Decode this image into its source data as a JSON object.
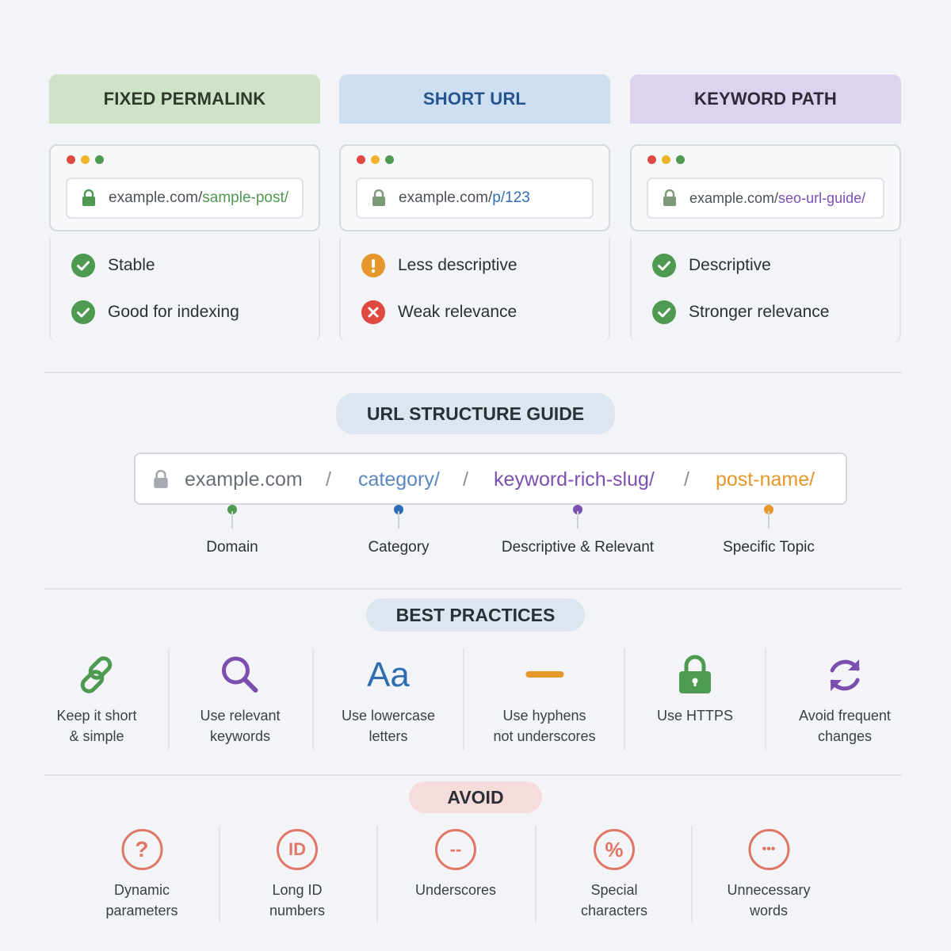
{
  "cards": [
    {
      "title": "FIXED PERMALINK",
      "url_domain": "example.com/",
      "url_path": "sample-post/",
      "properties": [
        {
          "icon": "check-icon",
          "text": "Stable"
        },
        {
          "icon": "check-icon",
          "text": "Good for indexing"
        }
      ]
    },
    {
      "title": "SHORT URL",
      "url_domain": "example.com/",
      "url_path": "p/123",
      "properties": [
        {
          "icon": "warning-icon",
          "text": "Less descriptive"
        },
        {
          "icon": "cross-icon",
          "text": "Weak relevance"
        }
      ]
    },
    {
      "title": "KEYWORD PATH",
      "url_domain": "example.com/",
      "url_path": "seo-url-guide/",
      "properties": [
        {
          "icon": "check-icon",
          "text": "Descriptive"
        },
        {
          "icon": "check-icon",
          "text": "Stronger relevance"
        }
      ]
    }
  ],
  "structure": {
    "title": "URL STRUCTURE GUIDE",
    "separator": "/",
    "segments": [
      {
        "text": "example.com",
        "label": "Domain"
      },
      {
        "text": "category/",
        "label": "Category"
      },
      {
        "text": "keyword-rich-slug/",
        "label": "Descriptive & Relevant"
      },
      {
        "text": "post-name/",
        "label": "Specific Topic"
      }
    ]
  },
  "best_practices": {
    "title": "BEST PRACTICES",
    "items": [
      {
        "icon": "link-icon",
        "label": "Keep it short\n& simple"
      },
      {
        "icon": "magnifier-icon",
        "label": "Use relevant\nkeywords"
      },
      {
        "icon": "aa-icon",
        "glyph": "Aa",
        "label": "Use lowercase\nletters"
      },
      {
        "icon": "hyphen-icon",
        "label": "Use hyphens\nnot underscores"
      },
      {
        "icon": "padlock-icon",
        "label": "Use HTTPS"
      },
      {
        "icon": "refresh-icon",
        "label": "Avoid frequent\nchanges"
      }
    ]
  },
  "avoid": {
    "title": "AVOID",
    "items": [
      {
        "icon": "question-icon",
        "glyph": "?",
        "label": "Dynamic\nparameters"
      },
      {
        "icon": "id-icon",
        "glyph": "ID",
        "label": "Long ID\nnumbers"
      },
      {
        "icon": "underscore-icon",
        "glyph": "--",
        "label": "Underscores"
      },
      {
        "icon": "percent-icon",
        "glyph": "%",
        "label": "Special\ncharacters"
      },
      {
        "icon": "dots-icon",
        "glyph": "•••",
        "label": "Unnecessary\nwords"
      }
    ]
  },
  "colors": {
    "green": "#4e9a51",
    "blue": "#2f6db2",
    "purple": "#7b4fb0",
    "orange": "#e6962a",
    "red": "#e0493f",
    "avoid_red": "#e07766"
  }
}
